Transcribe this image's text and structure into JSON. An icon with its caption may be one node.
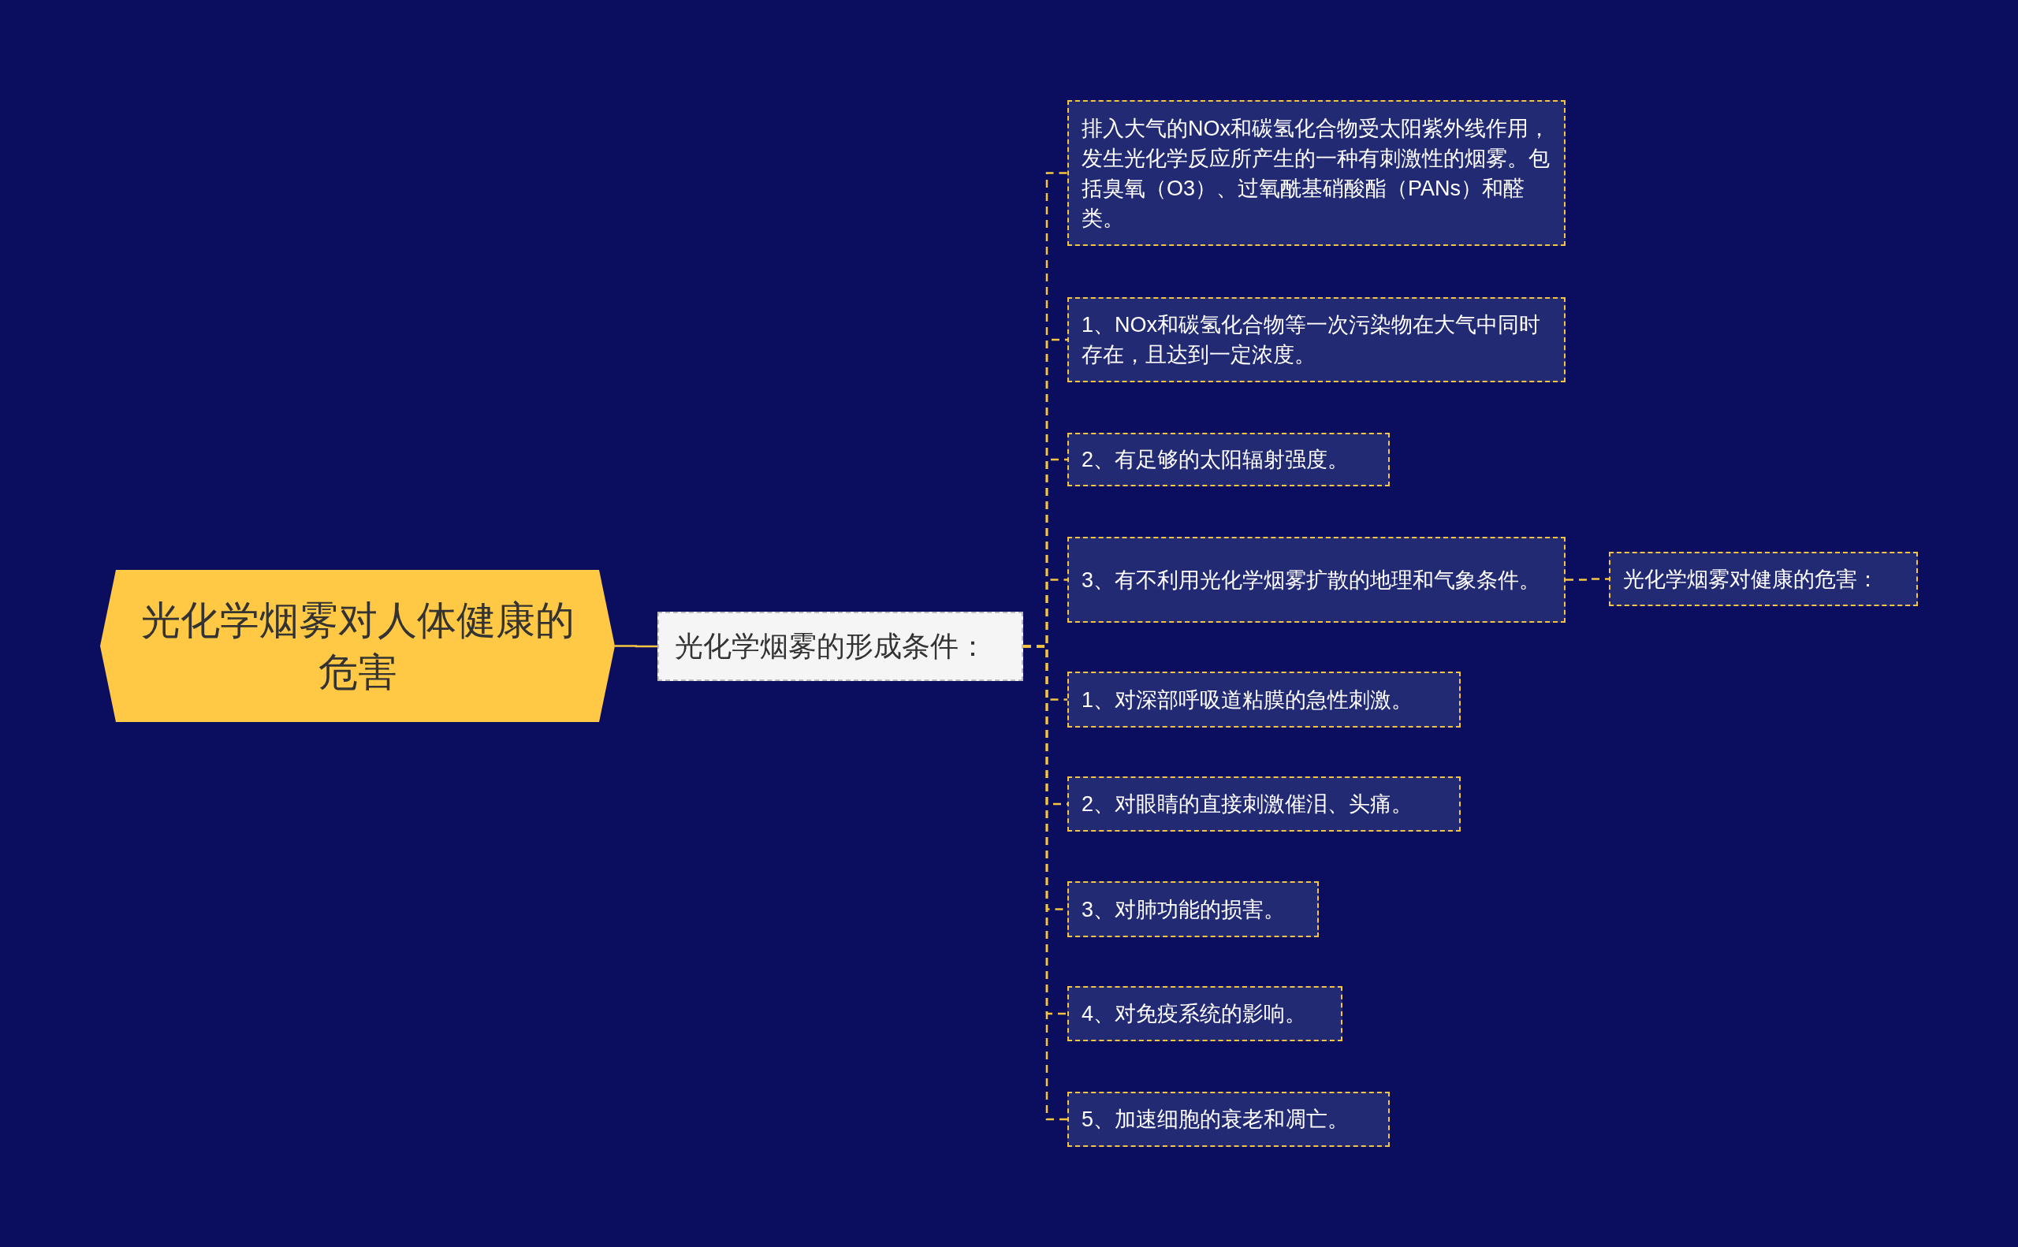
{
  "diagram": {
    "nodes": [
      {
        "text": [
          "光化学烟雾对人体健康的危害"
        ]
      },
      {
        "text": [
          "光化学烟雾的形成条件："
        ]
      },
      {
        "text": [
          "排入大气的NOx和碳氢化合物受太阳紫外线作用，发生光化学反应所产生的一种有刺激性的烟雾。包括臭氧（O3）、过氧酰基硝酸酯（PANs）和醛类。"
        ]
      },
      {
        "text": [
          "1、NOx和碳氢化合物等一次污染物在大气中同时存在，且达到一定浓度。"
        ]
      },
      {
        "text": [
          "2、有足够的太阳辐射强度。"
        ]
      },
      {
        "text": [
          "3、有不利用光化学烟雾扩散的地理和气象条件。"
        ]
      },
      {
        "text": [
          "光化学烟雾对健康的危害："
        ]
      },
      {
        "text": [
          "1、对深部呼吸道粘膜的急性刺激。"
        ]
      },
      {
        "text": [
          "2、对眼睛的直接刺激催泪、头痛。"
        ]
      },
      {
        "text": [
          "3、对肺功能的损害。"
        ]
      },
      {
        "text": [
          "4、对免疫系统的影响。"
        ]
      },
      {
        "text": [
          "5、加速细胞的衰老和凋亡。"
        ]
      }
    ],
    "edges": [
      {
        "from": 0,
        "to": 1,
        "arrow": "none"
      },
      {
        "from": 1,
        "to": 2,
        "arrow": "none",
        "style": "dashed"
      },
      {
        "from": 1,
        "to": 3,
        "arrow": "none",
        "style": "dashed"
      },
      {
        "from": 1,
        "to": 4,
        "arrow": "none",
        "style": "dashed"
      },
      {
        "from": 1,
        "to": 5,
        "arrow": "none",
        "style": "dashed"
      },
      {
        "from": 5,
        "to": 6,
        "arrow": "none",
        "style": "dashed"
      },
      {
        "from": 1,
        "to": 7,
        "arrow": "none",
        "style": "dashed"
      },
      {
        "from": 1,
        "to": 8,
        "arrow": "none",
        "style": "dashed"
      },
      {
        "from": 1,
        "to": 9,
        "arrow": "none",
        "style": "dashed"
      },
      {
        "from": 1,
        "to": 10,
        "arrow": "none",
        "style": "dashed"
      },
      {
        "from": 1,
        "to": 11,
        "arrow": "none",
        "style": "dashed"
      }
    ]
  }
}
